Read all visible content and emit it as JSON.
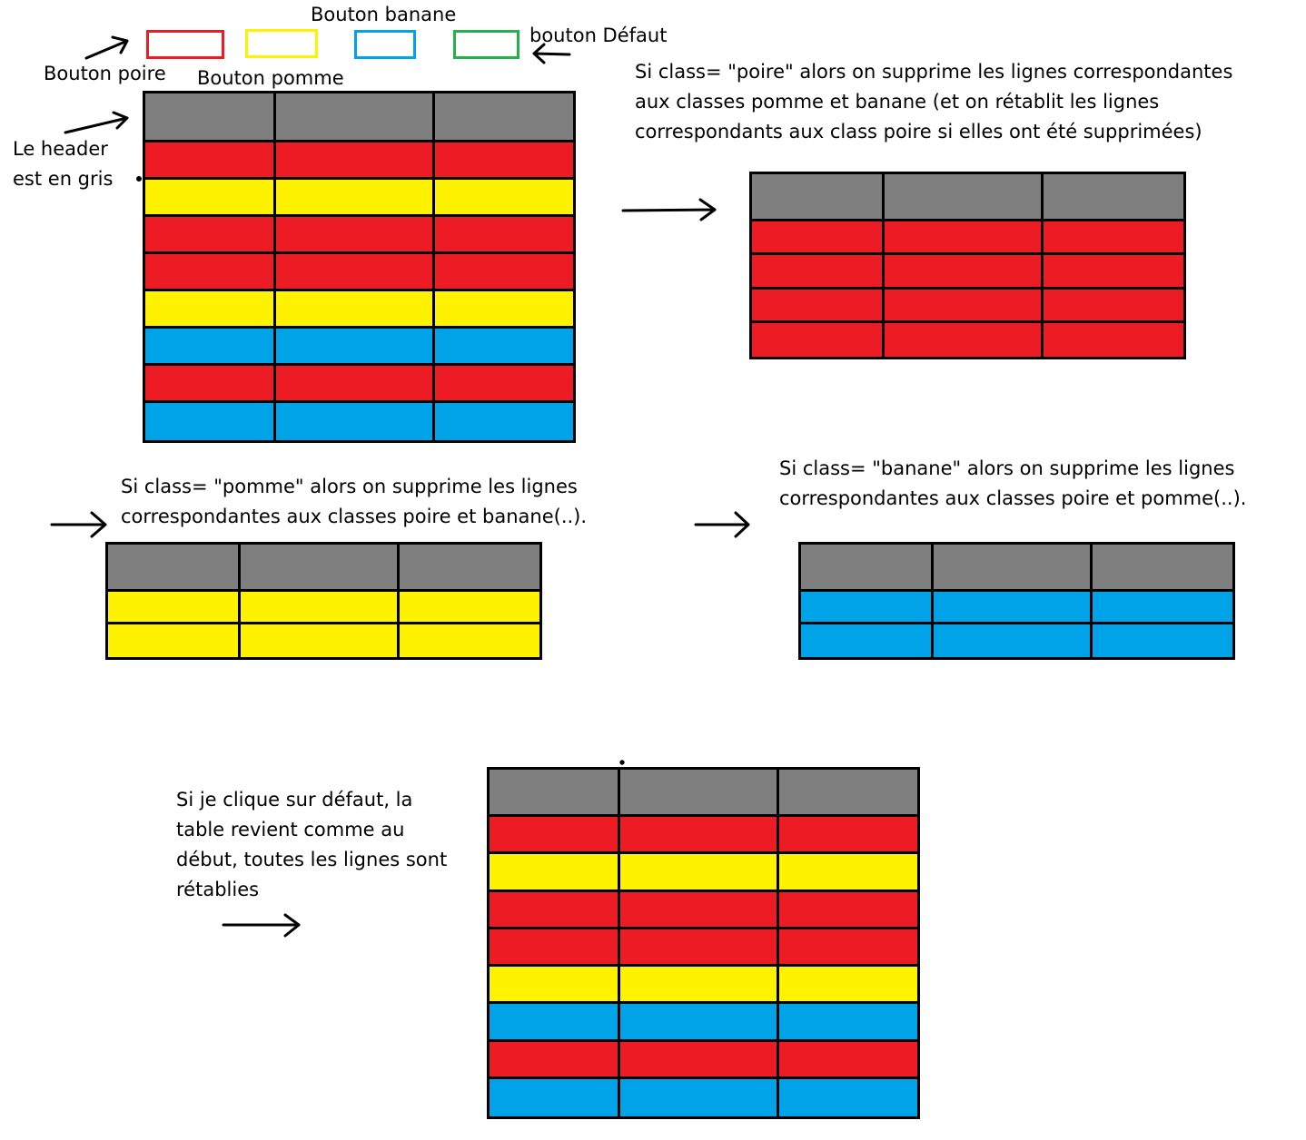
{
  "labels": {
    "bouton_banane": "Bouton banane",
    "bouton_defaut": "bouton Défaut",
    "bouton_poire": "Bouton poire",
    "bouton_pomme": "Bouton pomme",
    "header_note_1": "Le header",
    "header_note_2": "est en gris"
  },
  "notes": {
    "poire": "Si class= \"poire\"  alors on supprime les lignes correspondantes aux classes pomme et banane (et on rétablit les lignes correspondants aux class poire si elles ont été supprimées)",
    "pomme": "Si class= \"pomme\"  alors on supprime les lignes correspondantes aux classes poire et banane(..).",
    "banane": "Si class= \"banane\"  alors on supprime les lignes correspondantes aux classes poire et pomme(..).",
    "defaut": "Si je clique sur défaut, la table revient comme au début, toutes les lignes sont rétablies"
  },
  "colors": {
    "poire": "#ed1c24",
    "pomme": "#fff200",
    "banane": "#00a2e8",
    "defaut": "#22b14c",
    "header": "#7f7f7f"
  },
  "tables": {
    "initial": [
      "header",
      "poire",
      "pomme",
      "poire",
      "poire",
      "pomme",
      "banane",
      "poire",
      "banane"
    ],
    "poire_filter": [
      "header",
      "poire",
      "poire",
      "poire",
      "poire"
    ],
    "pomme_filter": [
      "header",
      "pomme",
      "pomme"
    ],
    "banane_filter": [
      "header",
      "banane",
      "banane"
    ],
    "defaut_restore": [
      "header",
      "poire",
      "pomme",
      "poire",
      "poire",
      "pomme",
      "banane",
      "poire",
      "banane"
    ]
  }
}
